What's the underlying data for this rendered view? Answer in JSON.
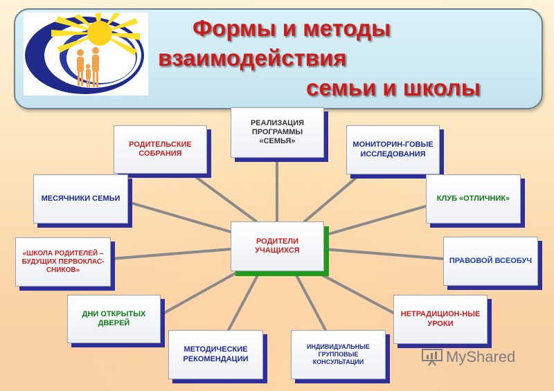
{
  "title": {
    "line1": "Формы и методы",
    "line2": "взаимодействия",
    "line3": "семьи и школы"
  },
  "center": {
    "text": "РОДИТЕЛИ\nУЧАЩИХСЯ"
  },
  "nodes": [
    {
      "id": "realizatsiya",
      "text": "РЕАЛИЗАЦИЯ\nПРОГРАММЫ\n«СЕМЬЯ»"
    },
    {
      "id": "roditelskie",
      "text": "РОДИТЕЛЬСКИЕ\nСОБРАНИЯ"
    },
    {
      "id": "monitoring",
      "text": "МОНИТОРИН-ГОВЫЕ\nИССЛЕДОВАНИЯ"
    },
    {
      "id": "mesyachniki",
      "text": "МЕСЯЧНИКИ СЕМЬИ"
    },
    {
      "id": "klub",
      "text": "КЛУБ «ОТЛИЧНИК»"
    },
    {
      "id": "shkola",
      "text": "«ШКОЛА РОДИТЕЛЕЙ –\nБУДУЩИХ ПЕРВОКЛАС-\nСНИКОВ»"
    },
    {
      "id": "pravovoy",
      "text": "ПРАВОВОЙ ВСЕОБУЧ"
    },
    {
      "id": "dni",
      "text": "ДНИ ОТКРЫТЫХ\nДВЕРЕЙ"
    },
    {
      "id": "netraditsionnye",
      "text": "НЕТРАДИЦИОН-НЫЕ\nУРОКИ"
    },
    {
      "id": "metodicheskie",
      "text": "МЕТОДИЧЕСКИЕ\nРЕКОМЕНДАЦИИ"
    },
    {
      "id": "individualnye",
      "text": "ИНДИВИДУАЛЬНЫЕ\nГРУППОВЫЕ\nКОНСУЛЬТАЦИИ"
    }
  ],
  "watermark": {
    "text": "MyShared"
  },
  "colors": {
    "title_red": "#cc1b1b",
    "box_shadow_blue": "#2f2f9a",
    "center_shadow_green": "#1e9a1e",
    "connector_gray": "#8a8a8a"
  }
}
